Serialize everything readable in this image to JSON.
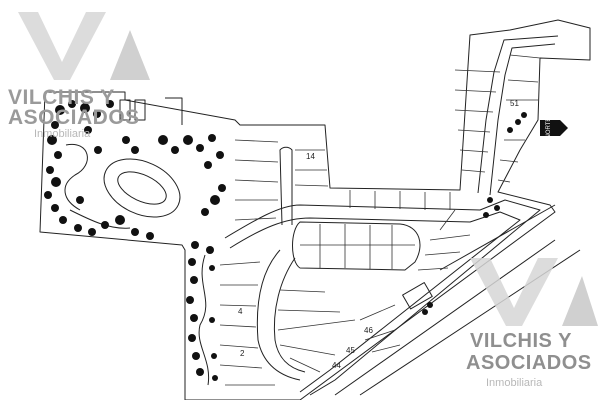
{
  "watermark": {
    "brand_line1": "VILCHIS Y",
    "brand_line2": "ASOCIADOS",
    "tagline": "Inmobiliaria",
    "color": "#9a9a9a"
  },
  "map": {
    "compass_label": "NORTE",
    "lot_labels": {
      "lot_51": "51",
      "lot_14": "14",
      "lot_4": "4",
      "lot_2": "2",
      "lot_46": "46",
      "lot_45": "45",
      "lot_44": "44"
    },
    "line_color": "#222222",
    "tree_color": "#111111"
  }
}
